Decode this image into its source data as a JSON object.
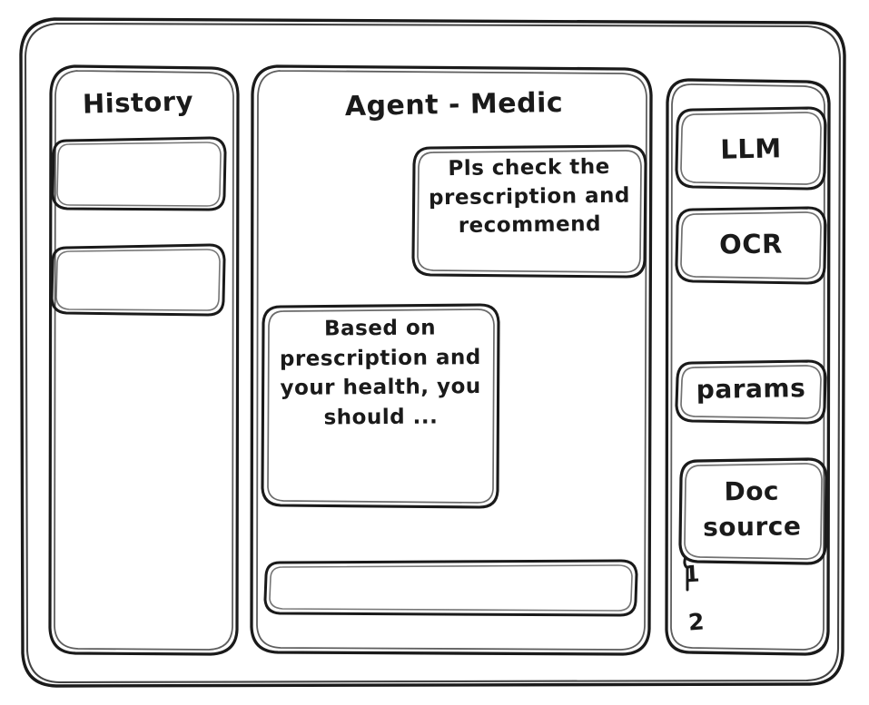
{
  "window": {
    "frame_name": "app-window"
  },
  "history_panel": {
    "title": "History",
    "items": [
      {
        "label": ""
      },
      {
        "label": ""
      }
    ]
  },
  "agent_panel": {
    "title": "Agent - Medic",
    "messages": [
      {
        "role": "user",
        "text": "Pls check the prescription and recommend"
      },
      {
        "role": "assistant",
        "text": "Based on prescription and your health, you should ..."
      }
    ],
    "composer": {
      "value": "",
      "placeholder": ""
    }
  },
  "tools_sidebar": {
    "tools": [
      {
        "label": "LLM"
      },
      {
        "label": "OCR"
      }
    ],
    "params": {
      "label": "params"
    },
    "doc_source": {
      "label": "Doc\nsource",
      "items": [
        {
          "label": "1"
        },
        {
          "label": "2"
        }
      ]
    }
  },
  "style": {
    "ink": "#1a1a1a",
    "paper": "#ffffff"
  }
}
